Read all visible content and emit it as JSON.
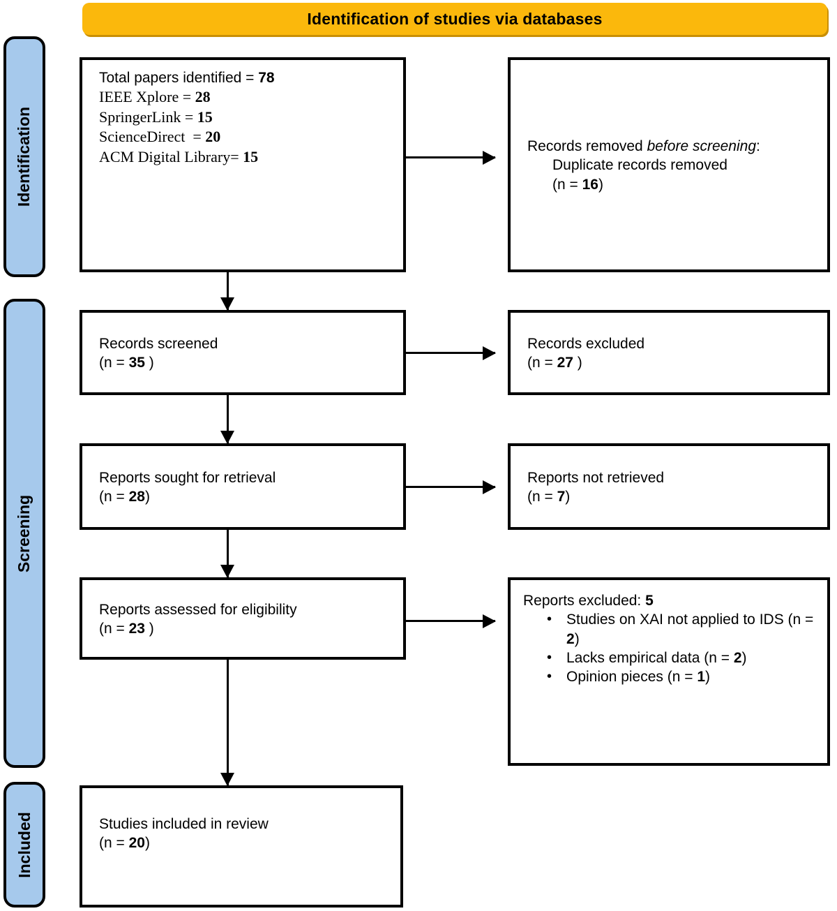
{
  "header": {
    "title": "Identification of studies via databases",
    "color": "#FBB80C"
  },
  "stages": [
    {
      "id": "identification",
      "label": "Identification",
      "color": "#A6C9EC"
    },
    {
      "id": "screening",
      "label": "Screening",
      "color": "#A6C9EC"
    },
    {
      "id": "included",
      "label": "Included",
      "color": "#A6C9EC"
    }
  ],
  "boxes": {
    "identified": {
      "title": "Total papers identified =",
      "title_value": "78",
      "sources": [
        {
          "label": "IEEE Xplore = ",
          "value": "28"
        },
        {
          "label": "SpringerLink = ",
          "value": "15"
        },
        {
          "label": "ScienceDirect  = ",
          "value": "20"
        },
        {
          "label": "ACM Digital Library= ",
          "value": "15"
        }
      ]
    },
    "removed_before_screening": {
      "line1_plain": "Records removed ",
      "line1_italic": "before screening",
      "line1_colon": ":",
      "detail": "Duplicate records removed",
      "count_prefix": "(n = ",
      "count_value": "16",
      "count_suffix": ")"
    },
    "records_screened": {
      "label": "Records screened",
      "count_prefix": "(n = ",
      "count_value": "35",
      "count_suffix": " )"
    },
    "records_excluded": {
      "label": "Records excluded",
      "count_prefix": "(n = ",
      "count_value": "27",
      "count_suffix": " )"
    },
    "reports_sought": {
      "label": "Reports sought for retrieval",
      "count_prefix": "(n = ",
      "count_value": "28",
      "count_suffix": ")"
    },
    "reports_not_retrieved": {
      "label": "Reports not retrieved",
      "count_prefix": "(n = ",
      "count_value": "7",
      "count_suffix": ")"
    },
    "reports_assessed": {
      "label": "Reports assessed for eligibility",
      "count_prefix": "(n = ",
      "count_value": "23",
      "count_suffix": " )"
    },
    "reports_excluded": {
      "heading_label": "Reports excluded: ",
      "heading_value": "5",
      "items": [
        {
          "text_before": "Studies on XAI not applied to IDS (n = ",
          "value": "2",
          "text_after": ")"
        },
        {
          "text_before": "Lacks empirical data (n = ",
          "value": "2",
          "text_after": ")"
        },
        {
          "text_before": "Opinion pieces (n = ",
          "value": "1",
          "text_after": ")"
        }
      ]
    },
    "studies_included": {
      "label": "Studies included in review",
      "count_prefix": "(n = ",
      "count_value": "20",
      "count_suffix": ")"
    }
  }
}
